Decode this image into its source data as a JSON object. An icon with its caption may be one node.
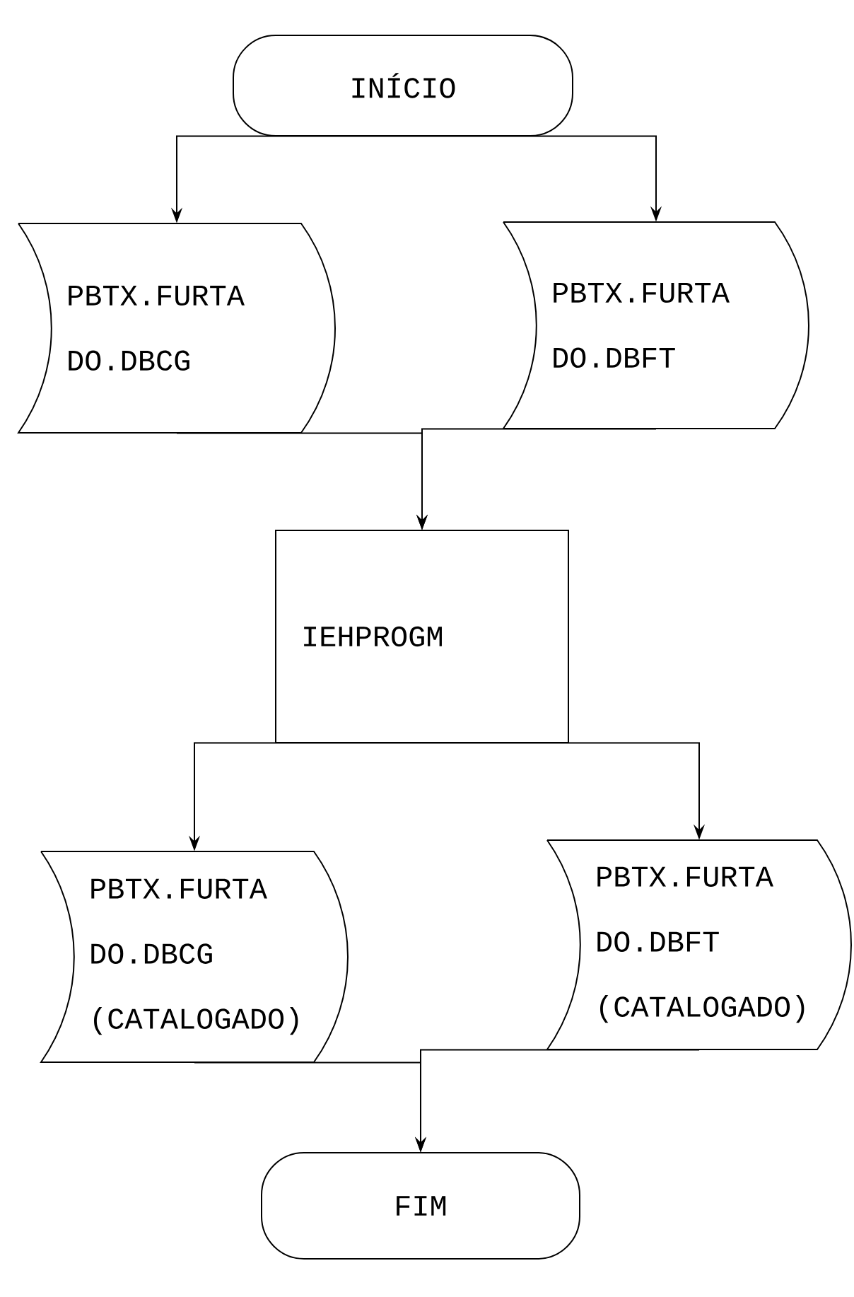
{
  "diagram": {
    "nodes": [
      {
        "text": [
          "INÍCIO"
        ]
      },
      {
        "text": [
          "PBTX.FURTA DO.DBCG"
        ]
      },
      {
        "text": [
          "PBTX.FURTA DO.DBFT"
        ]
      },
      {
        "text": [
          "IEHPROGM"
        ]
      },
      {
        "text": [
          "PBTX.FURTA DO.DBCG (CATALOGADO)"
        ]
      },
      {
        "text": [
          "PBTX.FURTA DO.DBFT (CATALOGADO)"
        ]
      },
      {
        "text": [
          "FIM"
        ]
      }
    ],
    "edges": [
      {
        "from": 0,
        "to": 1,
        "arrow": "to"
      },
      {
        "from": 0,
        "to": 2,
        "arrow": "to"
      },
      {
        "from": 1,
        "to": 3,
        "arrow": "to"
      },
      {
        "from": 2,
        "to": 3,
        "arrow": "to"
      },
      {
        "from": 3,
        "to": 4,
        "arrow": "to"
      },
      {
        "from": 3,
        "to": 5,
        "arrow": "to"
      },
      {
        "from": 4,
        "to": 6,
        "arrow": "to"
      },
      {
        "from": 5,
        "to": 6,
        "arrow": "to"
      }
    ]
  }
}
